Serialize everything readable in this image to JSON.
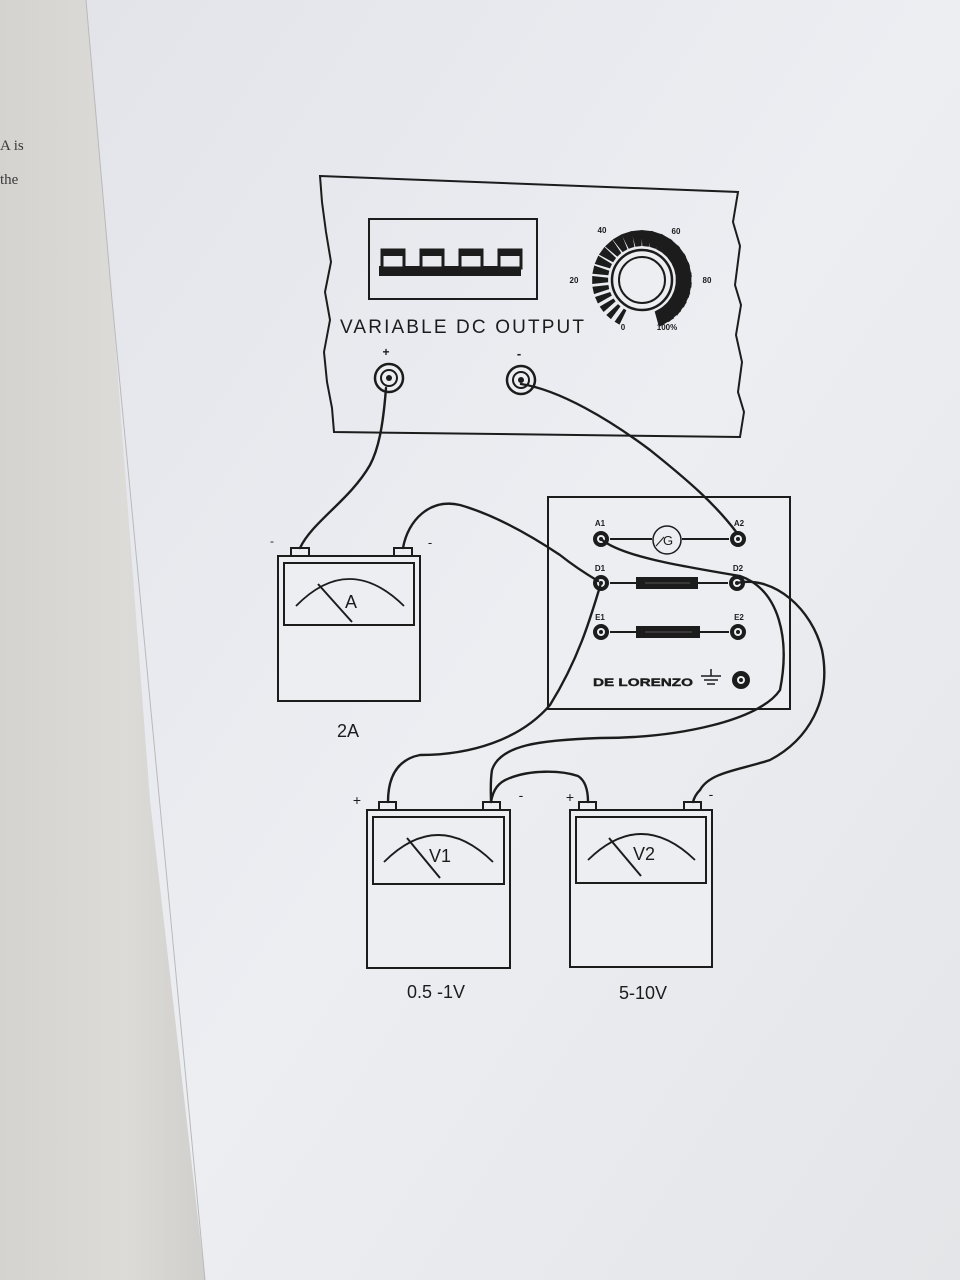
{
  "left_page": {
    "line1": "A is",
    "line2": "the"
  },
  "power_supply": {
    "title": "VARIABLE DC OUTPUT",
    "plus": "+",
    "minus": "-",
    "dial_labels": {
      "d40": "40",
      "d60": "60",
      "d20": "20",
      "d80": "80",
      "d0": "0",
      "d100": "100%"
    }
  },
  "ammeter": {
    "symbol": "A",
    "range": "2A",
    "minus_left": "-",
    "minus_right": "-"
  },
  "board": {
    "a1": "A1",
    "a2": "A2",
    "d1": "D1",
    "d2": "D2",
    "e1": "E1",
    "e2": "E2",
    "galvanometer": "G",
    "brand": "DE LORENZO"
  },
  "voltmeter1": {
    "symbol": "V1",
    "range": "0.5 -1V",
    "plus": "+",
    "minus": "-"
  },
  "voltmeter2": {
    "symbol": "V2",
    "range": "5-10V",
    "plus": "+",
    "minus": "-"
  }
}
